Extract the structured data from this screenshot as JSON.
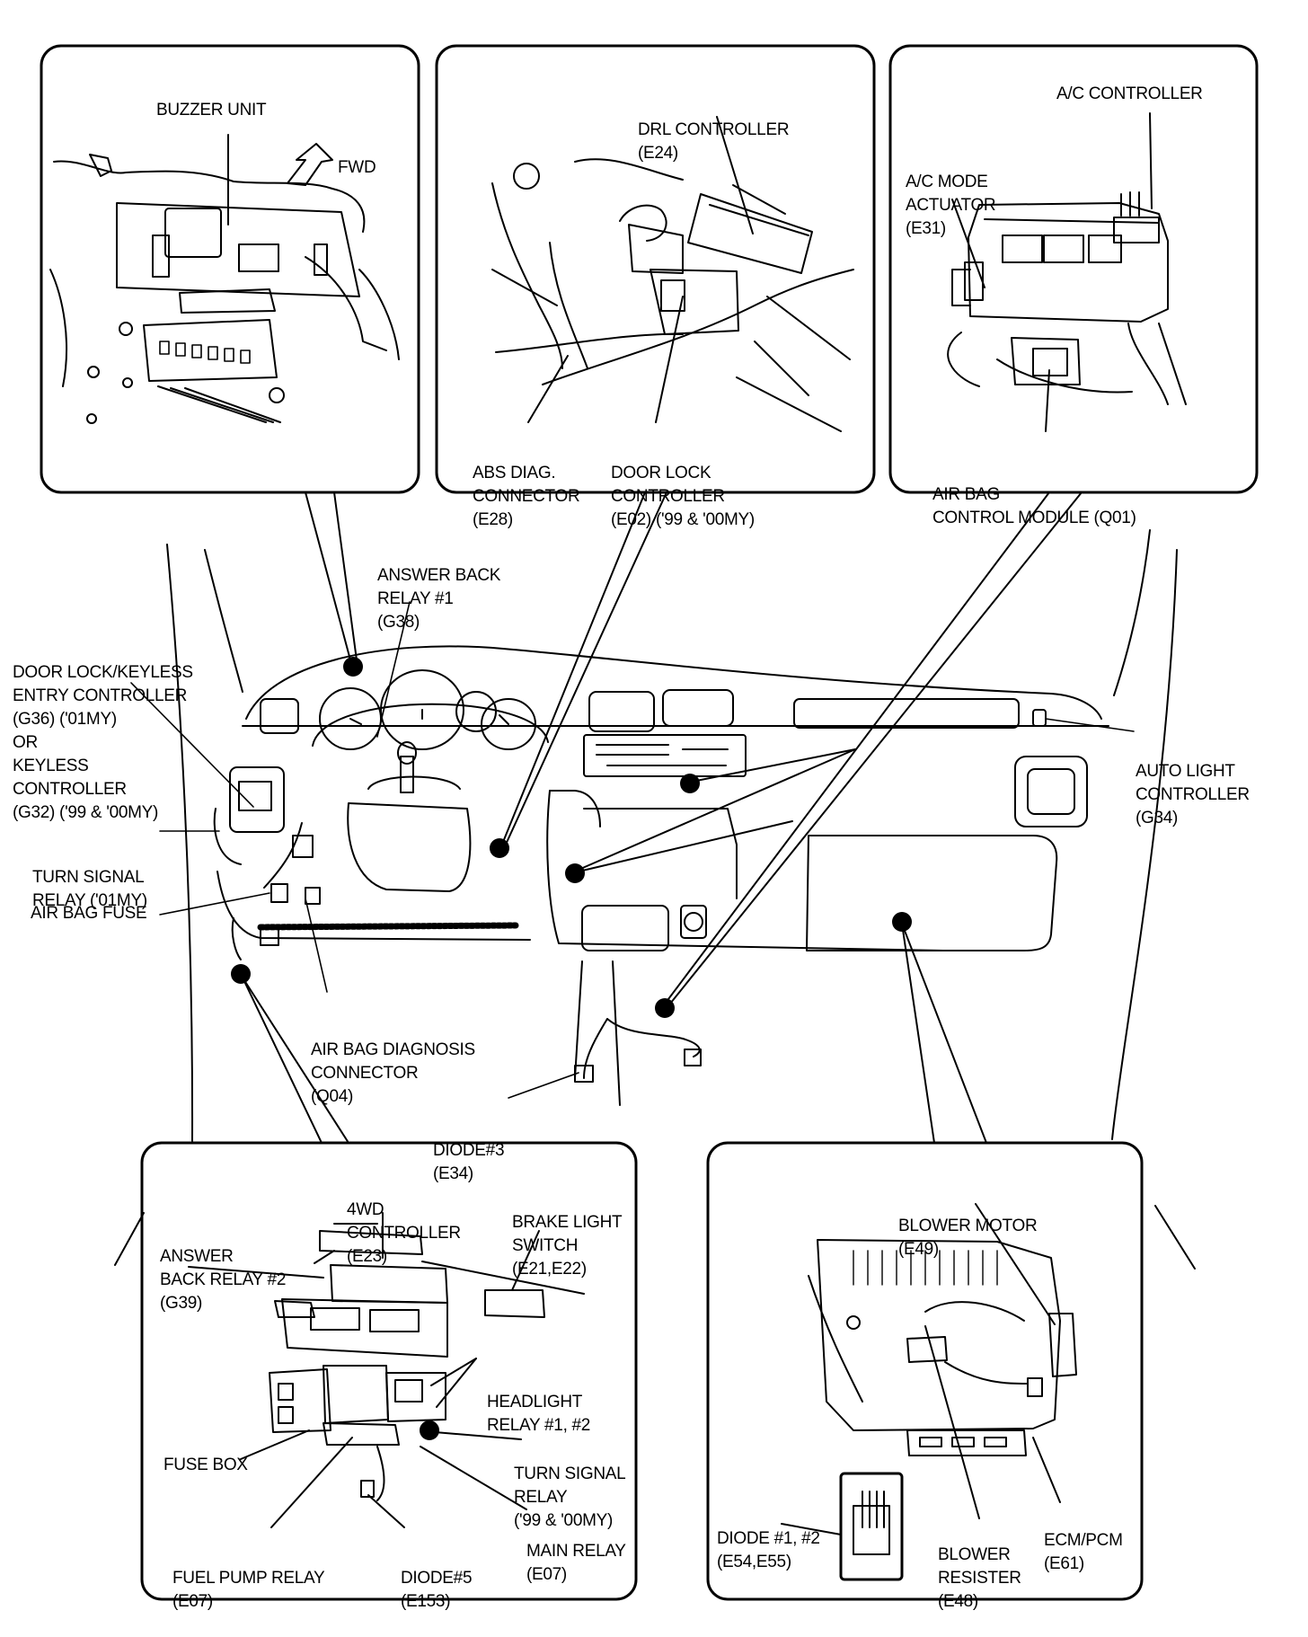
{
  "panels": {
    "buzzer": {
      "buzzer_unit": "BUZZER UNIT",
      "fwd": "FWD"
    },
    "drl": {
      "drl_controller": [
        "DRL CONTROLLER",
        "(E24)"
      ],
      "abs_diag": [
        "ABS DIAG.",
        "CONNECTOR",
        "(E28)"
      ],
      "door_lock": [
        "DOOR LOCK",
        "CONTROLLER",
        "(E02) ('99 & '00MY)"
      ]
    },
    "ac": {
      "ac_controller": "A/C CONTROLLER",
      "ac_mode": [
        "A/C MODE",
        "ACTUATOR",
        "(E31)"
      ],
      "air_bag_module": [
        "AIR BAG",
        "CONTROL MODULE (Q01)"
      ]
    },
    "relay": {
      "fwd4": [
        "4WD",
        "CONTROLLER",
        "(E23)"
      ],
      "brake_light": [
        "BRAKE LIGHT",
        "SWITCH",
        "(E21,E22)"
      ],
      "answer_back_2": [
        "ANSWER",
        "BACK RELAY #2",
        "(G39)"
      ],
      "headlight": [
        "HEADLIGHT",
        "RELAY #1, #2"
      ],
      "turn_signal": [
        "TURN SIGNAL",
        "RELAY",
        "('99 & '00MY)"
      ],
      "fuse_box": "FUSE BOX",
      "main_relay": [
        "MAIN RELAY",
        "(E07)"
      ],
      "fuel_pump": [
        "FUEL PUMP RELAY",
        "(E07)"
      ],
      "diode5": [
        "DIODE#5",
        "(E153)"
      ]
    },
    "blower": {
      "blower_motor": [
        "BLOWER MOTOR",
        "(E49)"
      ],
      "diode12": [
        "DIODE #1, #2",
        "(E54,E55)"
      ],
      "blower_resister": [
        "BLOWER",
        "RESISTER",
        "(E48)"
      ],
      "ecm": [
        "ECM/PCM",
        "(E61)"
      ]
    }
  },
  "dash": {
    "answer_back_1": [
      "ANSWER BACK",
      "RELAY #1",
      "(G38)"
    ],
    "door_lock_keyless": [
      "DOOR LOCK/KEYLESS",
      "ENTRY CONTROLLER",
      "(G36) ('01MY)",
      "OR",
      "KEYLESS",
      "CONTROLLER",
      "(G32) ('99 & '00MY)"
    ],
    "turn_signal_01": [
      "TURN SIGNAL",
      "RELAY ('01MY)"
    ],
    "air_bag_fuse": "AIR BAG FUSE",
    "air_bag_diag": [
      "AIR BAG DIAGNOSIS",
      "CONNECTOR",
      "(Q04)"
    ],
    "diode3": [
      "DIODE#3",
      "(E34)"
    ],
    "auto_light": [
      "AUTO LIGHT",
      "CONTROLLER",
      "(G34)"
    ]
  },
  "colors": {
    "ink": "#000000",
    "paper": "#ffffff",
    "shade": "#d0d0d0"
  }
}
